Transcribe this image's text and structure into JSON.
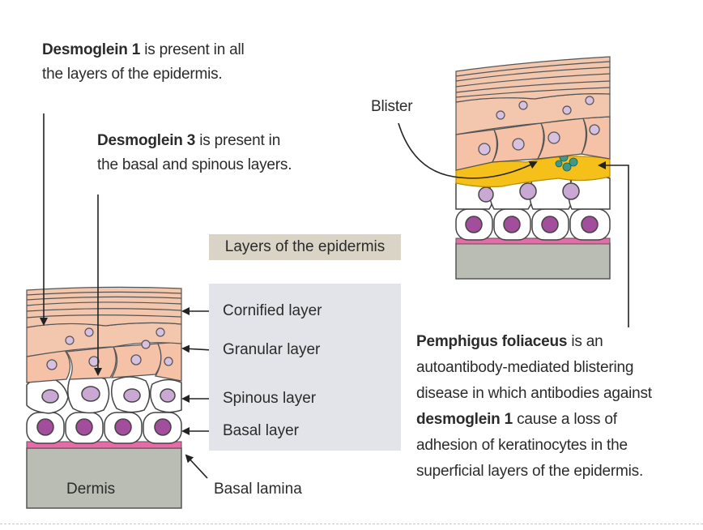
{
  "desmoglein1_note": {
    "bold": "Desmoglein 1",
    "rest": " is present in all",
    "line2": "the layers of the epidermis."
  },
  "desmoglein3_note": {
    "bold": "Desmoglein 3",
    "rest": " is present in",
    "line2": "the basal and spinous layers."
  },
  "blister_label": "Blister",
  "legend": {
    "title": "Layers of the epidermis",
    "layers": [
      "Cornified layer",
      "Granular layer",
      "Spinous layer",
      "Basal layer"
    ]
  },
  "dermis_label": "Dermis",
  "basal_lamina_label": "Basal lamina",
  "pemphigus_note": {
    "l1_bold": "Pemphigus foliaceus",
    "l1_rest": " is an",
    "l2": "autoantibody-mediated blistering",
    "l3": "disease in which antibodies against",
    "l4_bold": "desmoglein 1",
    "l4_rest": " cause a  loss of",
    "l5": "adhesion of keratinocytes in the",
    "l6": "superficial layers of the epidermis."
  },
  "colors": {
    "cornified": "#f2c7ad",
    "granular_cell": "#f5c2a8",
    "spinous_nucleus": "#c9a8d4",
    "basal_nucleus": "#a24e9c",
    "basal_lamina": "#e96aa8",
    "dermis": "#b9bdb3",
    "blister": "#f5c01a",
    "antibody": "#3d9a8a"
  }
}
